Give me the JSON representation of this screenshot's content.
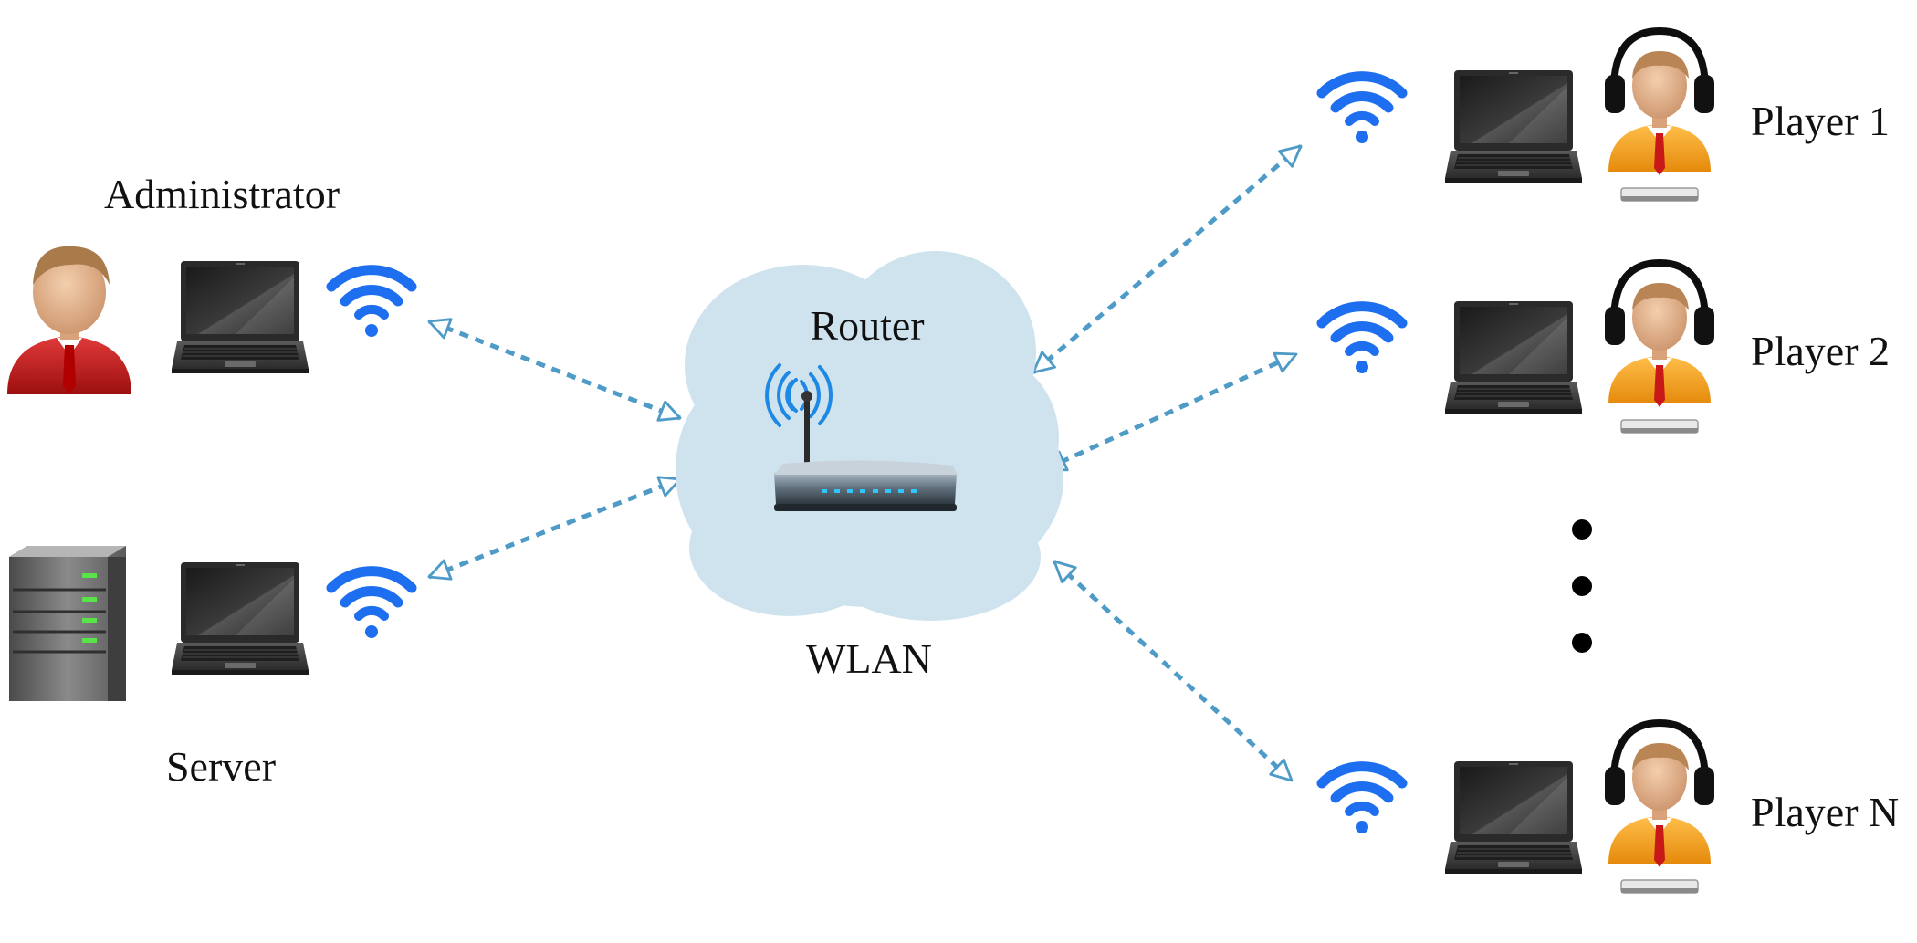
{
  "labels": {
    "administrator": "Administrator",
    "server": "Server",
    "router": "Router",
    "wlan": "WLAN",
    "player_1": "Player 1",
    "player_2": "Player 2",
    "player_n": "Player N"
  },
  "icons": {
    "admin": "user-icon",
    "server": "server-icon",
    "laptop": "laptop-icon",
    "wifi": "wifi-icon",
    "router": "router-icon",
    "player": "player-headphones-icon",
    "ellipsis": "vertical-ellipsis-icon"
  },
  "colors": {
    "cloud": "#cfe3ef",
    "link": "#4f9bc7",
    "wifi": "#1e6ff0",
    "admin_shirt": "#c91a1a",
    "player_shirt": "#f4a01f"
  }
}
